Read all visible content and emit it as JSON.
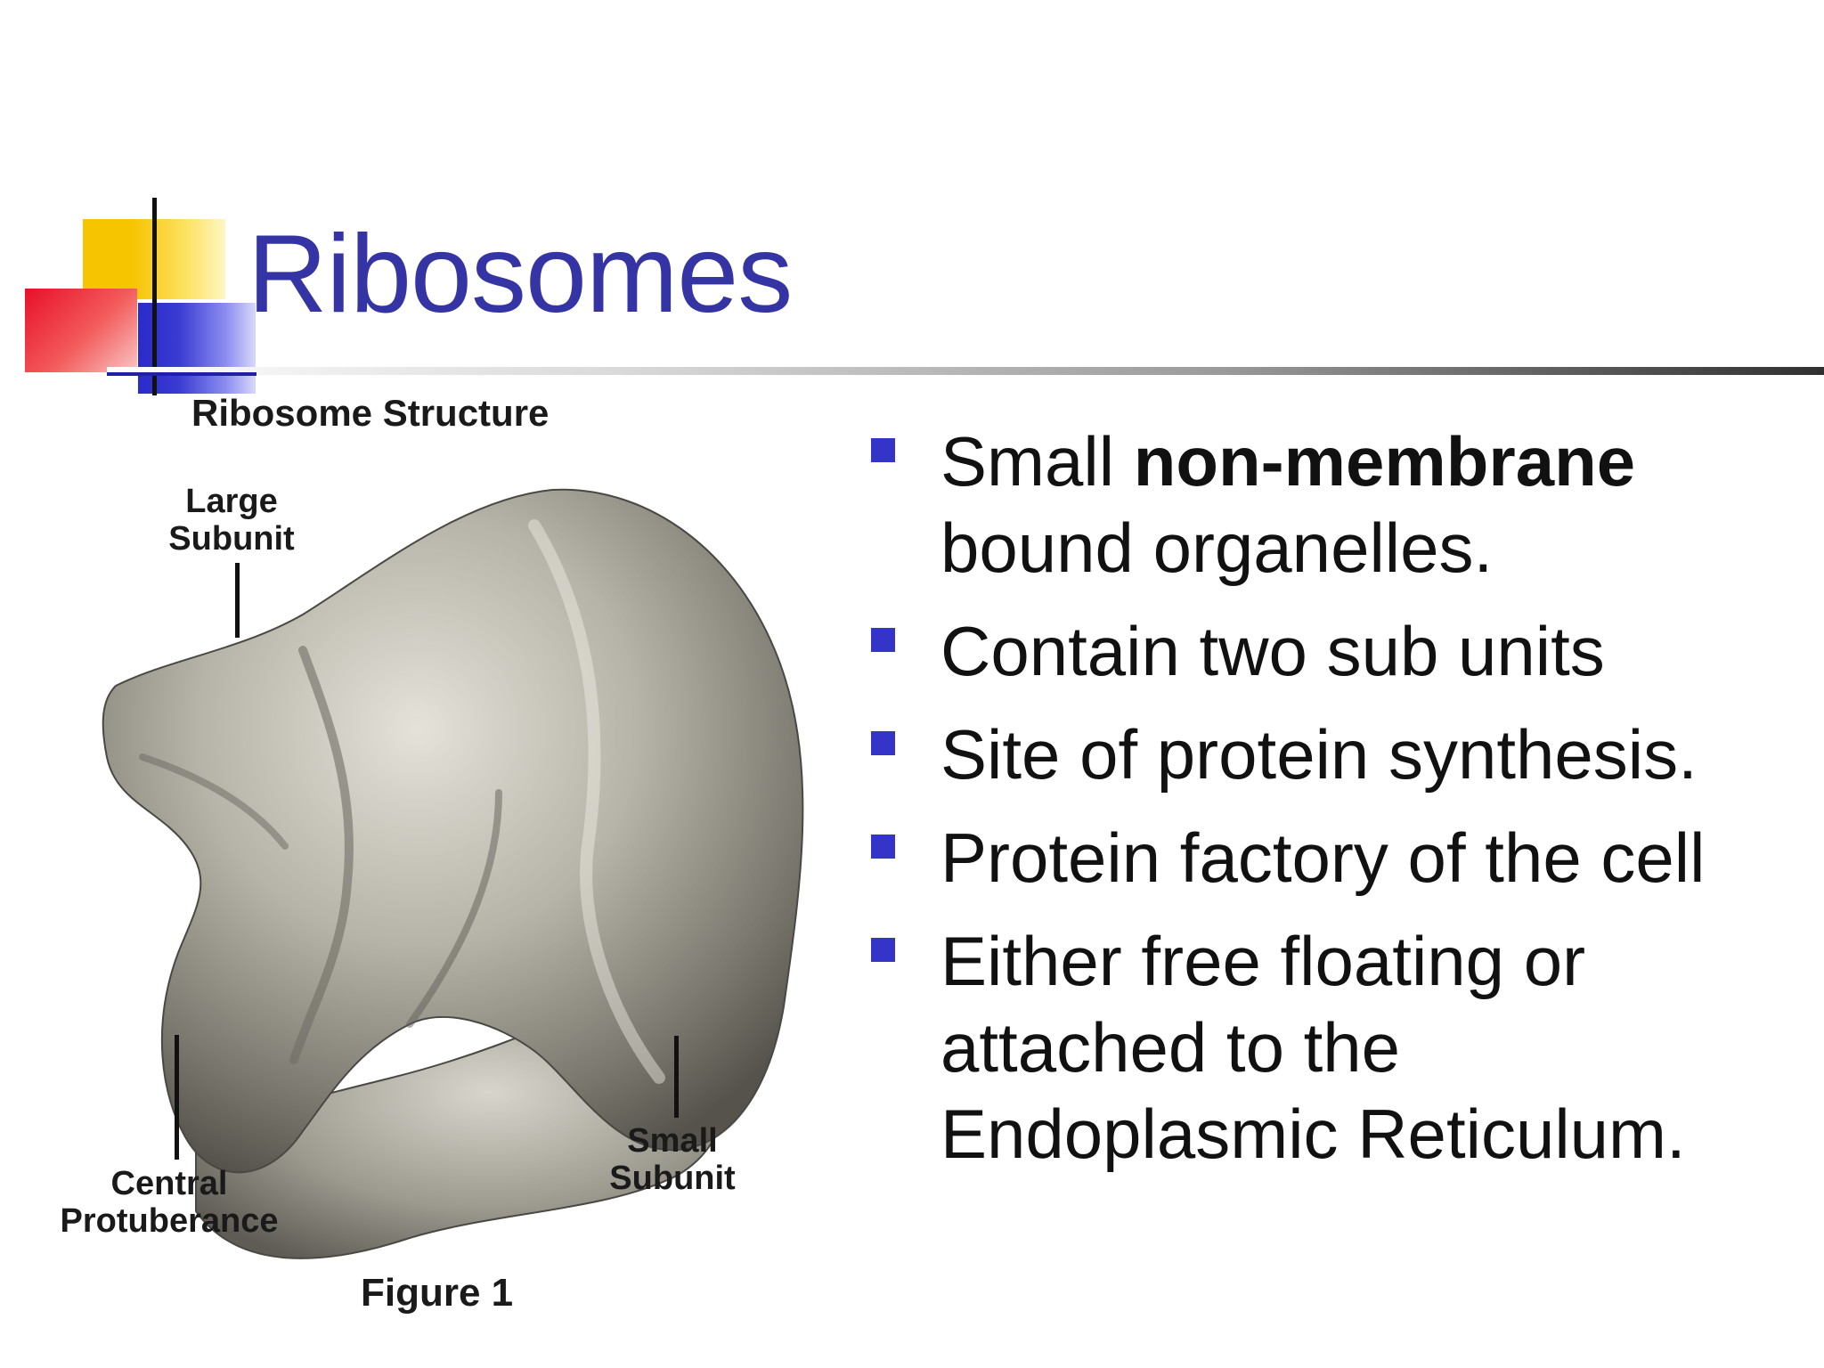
{
  "slide": {
    "title": "Ribosomes",
    "figure": {
      "heading": "Ribosome Structure",
      "labels": {
        "large_subunit": "Large Subunit",
        "central_protuberance": "Central Protuberance",
        "small_subunit": "Small Subunit"
      },
      "caption": "Figure 1"
    },
    "bullets": [
      {
        "pre": "Small ",
        "bold": "non-membrane",
        "post": " bound organelles."
      },
      {
        "pre": "Contain two sub units",
        "bold": "",
        "post": ""
      },
      {
        "pre": "Site of protein synthesis.",
        "bold": "",
        "post": ""
      },
      {
        "pre": "Protein factory of the cell",
        "bold": "",
        "post": ""
      },
      {
        "pre": "Either free floating or attached to the Endoplasmic Reticulum.",
        "bold": "",
        "post": ""
      }
    ],
    "colors": {
      "title": "#3534a5",
      "bullet": "#3434c9",
      "accent_yellow": "#f7c400",
      "accent_red": "#e8102a",
      "accent_blue": "#2a2bc9"
    }
  }
}
